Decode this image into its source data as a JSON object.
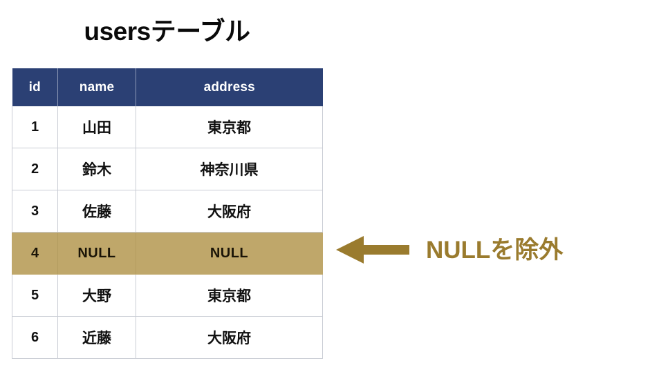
{
  "title": "usersテーブル",
  "colors": {
    "header_bg": "#2b4074",
    "header_text": "#ffffff",
    "highlight_row_bg": "#bfa76a",
    "accent_gold": "#9a7b2e",
    "grid_line": "#c9ccd4",
    "body_text": "#111111",
    "page_bg": "#ffffff"
  },
  "table": {
    "name": "users",
    "columns": [
      "id",
      "name",
      "address"
    ],
    "rows": [
      {
        "id": "1",
        "name": "山田",
        "address": "東京都",
        "highlight": false
      },
      {
        "id": "2",
        "name": "鈴木",
        "address": "神奈川県",
        "highlight": false
      },
      {
        "id": "3",
        "name": "佐藤",
        "address": "大阪府",
        "highlight": false
      },
      {
        "id": "4",
        "name": "NULL",
        "address": "NULL",
        "highlight": true
      },
      {
        "id": "5",
        "name": "大野",
        "address": "東京都",
        "highlight": false
      },
      {
        "id": "6",
        "name": "近藤",
        "address": "大阪府",
        "highlight": false
      }
    ]
  },
  "annotation": {
    "arrow_icon": "arrow-left-icon",
    "arrow_direction": "left",
    "label": "NULLを除外",
    "points_to_row_id": "4"
  }
}
